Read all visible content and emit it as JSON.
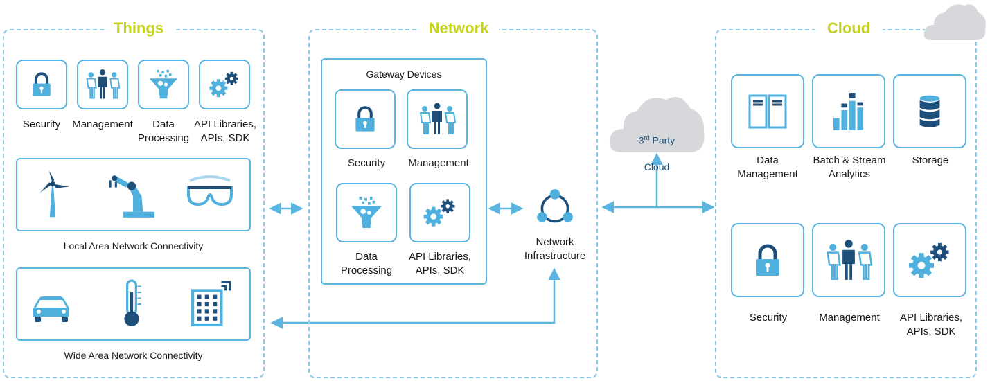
{
  "sections": {
    "things": {
      "title": "Things"
    },
    "network": {
      "title": "Network"
    },
    "cloud": {
      "title": "Cloud"
    }
  },
  "things": {
    "tiles": [
      {
        "label": "Security",
        "icon": "padlock-icon"
      },
      {
        "label": "Management",
        "icon": "people-icon"
      },
      {
        "label": "Data\nProcessing",
        "icon": "funnel-gears-icon"
      },
      {
        "label": "API Libraries,\nAPIs, SDK",
        "icon": "gears-icon"
      }
    ],
    "lan": {
      "label": "Local Area Network Connectivity",
      "icons": [
        "wind-turbine-icon",
        "robot-arm-icon",
        "smart-glasses-icon"
      ]
    },
    "wan": {
      "label": "Wide Area Network Connectivity",
      "icons": [
        "car-icon",
        "thermometer-icon",
        "smart-building-icon"
      ]
    }
  },
  "network": {
    "gateway": {
      "title": "Gateway Devices",
      "tiles": [
        {
          "label": "Security",
          "icon": "padlock-icon"
        },
        {
          "label": "Management",
          "icon": "people-icon"
        },
        {
          "label": "Data\nProcessing",
          "icon": "funnel-gears-icon"
        },
        {
          "label": "API Libraries,\nAPIs, SDK",
          "icon": "gears-icon"
        }
      ]
    },
    "infrastructure": {
      "label": "Network\nInfrastructure",
      "icon": "network-nodes-icon"
    }
  },
  "third_party_cloud": {
    "sup": "rd",
    "line1_prefix": "3",
    "line1_suffix": " Party",
    "line2": "Cloud"
  },
  "cloud": {
    "tiles": [
      {
        "label": "Data\nManagement",
        "icon": "data-files-icon"
      },
      {
        "label": "Batch & Stream\nAnalytics",
        "icon": "bar-chart-icon"
      },
      {
        "label": "Storage",
        "icon": "database-icon"
      },
      {
        "label": "Security",
        "icon": "padlock-icon"
      },
      {
        "label": "Management",
        "icon": "people-icon"
      },
      {
        "label": "API Libraries,\nAPIs, SDK",
        "icon": "gears-icon"
      }
    ]
  },
  "colors": {
    "accent": "#5bb5e0",
    "icon_dark": "#1d4f7a",
    "title": "#c5d21e",
    "dashed": "#8ec9e6",
    "cloud_grey": "#d6d8dc"
  }
}
